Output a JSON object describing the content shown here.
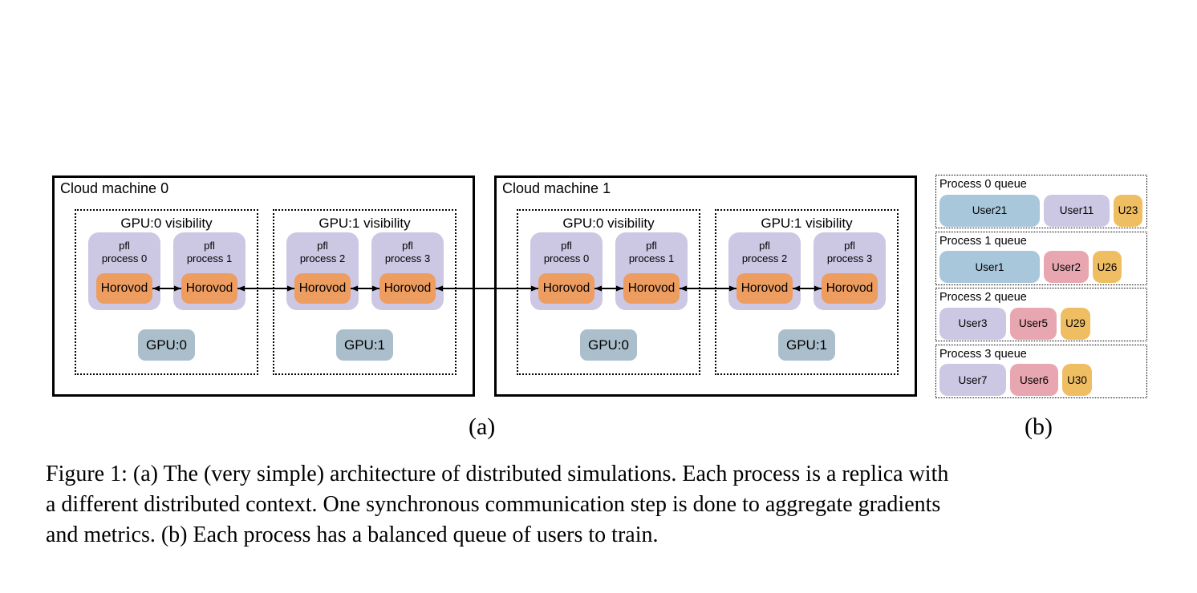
{
  "palette": {
    "process-purple": "#CCC7E3",
    "horovod-orange": "#ED9D60",
    "gpu-blue": "#AABFCB",
    "chip-blue": "#A9C7DB",
    "chip-purple": "#CCC7E3",
    "chip-pink": "#E8A7B0",
    "chip-orange": "#EFBE63"
  },
  "machines": [
    {
      "title": "Cloud machine 0",
      "gpus": [
        {
          "title": "GPU:0 visibility",
          "gpu_label": "GPU:0",
          "processes": [
            {
              "line1": "pfl",
              "line2": "process 0",
              "framework": "Horovod"
            },
            {
              "line1": "pfl",
              "line2": "process 1",
              "framework": "Horovod"
            }
          ]
        },
        {
          "title": "GPU:1 visibility",
          "gpu_label": "GPU:1",
          "processes": [
            {
              "line1": "pfl",
              "line2": "process 2",
              "framework": "Horovod"
            },
            {
              "line1": "pfl",
              "line2": "process 3",
              "framework": "Horovod"
            }
          ]
        }
      ]
    },
    {
      "title": "Cloud machine 1",
      "gpus": [
        {
          "title": "GPU:0 visibility",
          "gpu_label": "GPU:0",
          "processes": [
            {
              "line1": "pfl",
              "line2": "process 0",
              "framework": "Horovod"
            },
            {
              "line1": "pfl",
              "line2": "process 1",
              "framework": "Horovod"
            }
          ]
        },
        {
          "title": "GPU:1 visibility",
          "gpu_label": "GPU:1",
          "processes": [
            {
              "line1": "pfl",
              "line2": "process 2",
              "framework": "Horovod"
            },
            {
              "line1": "pfl",
              "line2": "process 3",
              "framework": "Horovod"
            }
          ]
        }
      ]
    }
  ],
  "queues": [
    {
      "title": "Process 0 queue",
      "chips": [
        {
          "label": "User21",
          "color": "blue",
          "width": 125
        },
        {
          "label": "User11",
          "color": "purple",
          "width": 82
        },
        {
          "label": "U23",
          "color": "orange",
          "width": 36
        }
      ]
    },
    {
      "title": "Process 1 queue",
      "chips": [
        {
          "label": "User1",
          "color": "blue",
          "width": 125
        },
        {
          "label": "User2",
          "color": "pink",
          "width": 56
        },
        {
          "label": "U26",
          "color": "orange",
          "width": 36
        }
      ]
    },
    {
      "title": "Process 2 queue",
      "chips": [
        {
          "label": "User3",
          "color": "purple",
          "width": 83
        },
        {
          "label": "User5",
          "color": "pink",
          "width": 58
        },
        {
          "label": "U29",
          "color": "orange",
          "width": 37
        }
      ]
    },
    {
      "title": "Process 3 queue",
      "chips": [
        {
          "label": "User7",
          "color": "purple",
          "width": 83
        },
        {
          "label": "User6",
          "color": "pink",
          "width": 60
        },
        {
          "label": "U30",
          "color": "orange",
          "width": 37
        }
      ]
    }
  ],
  "labels": {
    "sub_a": "(a)",
    "sub_b": "(b)"
  },
  "caption": {
    "lines": [
      "Figure 1: (a) The (very simple) architecture of distributed simulations. Each process is a replica with",
      "a different distributed context. One synchronous communication step is done to aggregate gradients",
      "and metrics. (b) Each process has a balanced queue of users to train."
    ]
  }
}
